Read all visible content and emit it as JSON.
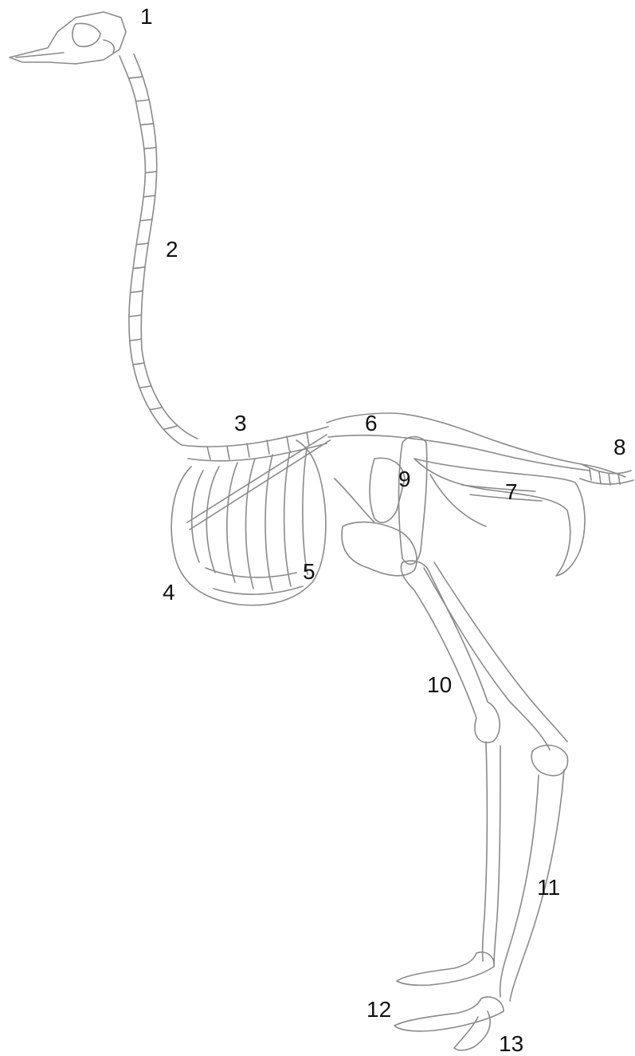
{
  "colors": {
    "outline": "#8a8a8a",
    "label": "#111111",
    "background": "#ffffff"
  },
  "labels": [
    "1",
    "2",
    "3",
    "4",
    "5",
    "6",
    "7",
    "8",
    "9",
    "10",
    "11",
    "12",
    "13"
  ]
}
